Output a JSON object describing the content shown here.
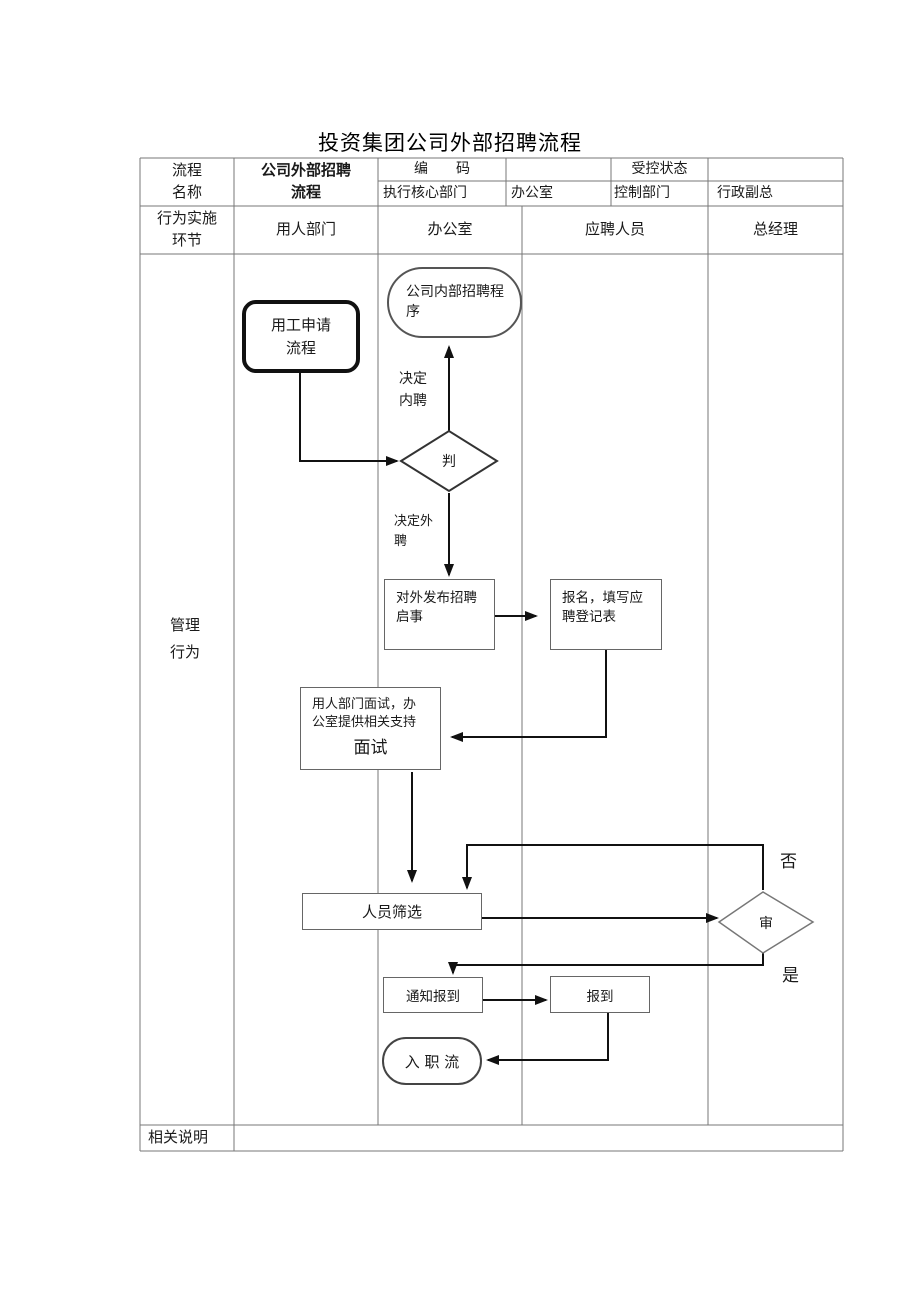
{
  "title": "投资集团公司外部招聘流程",
  "header": {
    "process_name_label": "流程\n名称",
    "process_name_value": "公司外部招聘\n流程",
    "code_label": "编　　码",
    "code_value": "",
    "controlled_status_label": "受控状态",
    "controlled_status_value": "",
    "exec_core_dept_label": "执行核心部门",
    "exec_core_dept_value": "办公室",
    "control_dept_label": "控制部门",
    "control_dept_value": "行政副总",
    "phase_label": "行为实施\n环节"
  },
  "lanes": [
    "用人部门",
    "办公室",
    "应聘人员",
    "总经理"
  ],
  "left_label": "管理\n行为",
  "footer": {
    "note_label": "相关说明",
    "note_value": ""
  },
  "flow": {
    "start": "用工申请\n流程",
    "internal_process": "公司内部招聘程\n序",
    "decide_internal": "决定\n内聘",
    "judge": "判",
    "decide_external": "决定外\n聘",
    "publish": "对外发布招聘\n启事",
    "register": "报名，填写应\n聘登记表",
    "interview_desc": "用人部门面试，办\n公室提供相关支持",
    "interview": "面试",
    "screening": "人员筛选",
    "review": "审",
    "no": "否",
    "yes": "是",
    "notify": "通知报到",
    "checkin": "报到",
    "onboard": "入 职 流"
  },
  "colors": {
    "connector": "#111111",
    "grid": "#777777",
    "box_border": "#666666"
  }
}
